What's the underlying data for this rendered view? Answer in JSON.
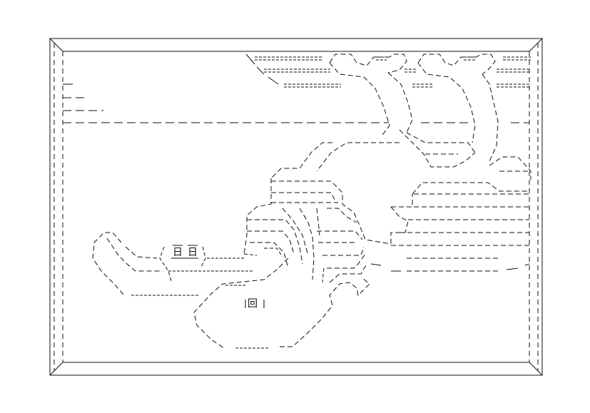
{
  "artwork": {
    "kind": "ascii-line-art",
    "glyphs": {
      "box_a": "日",
      "box_b": "日",
      "eye": "回"
    },
    "colors": {
      "background": "#ffffff",
      "ink": "#111111"
    }
  }
}
